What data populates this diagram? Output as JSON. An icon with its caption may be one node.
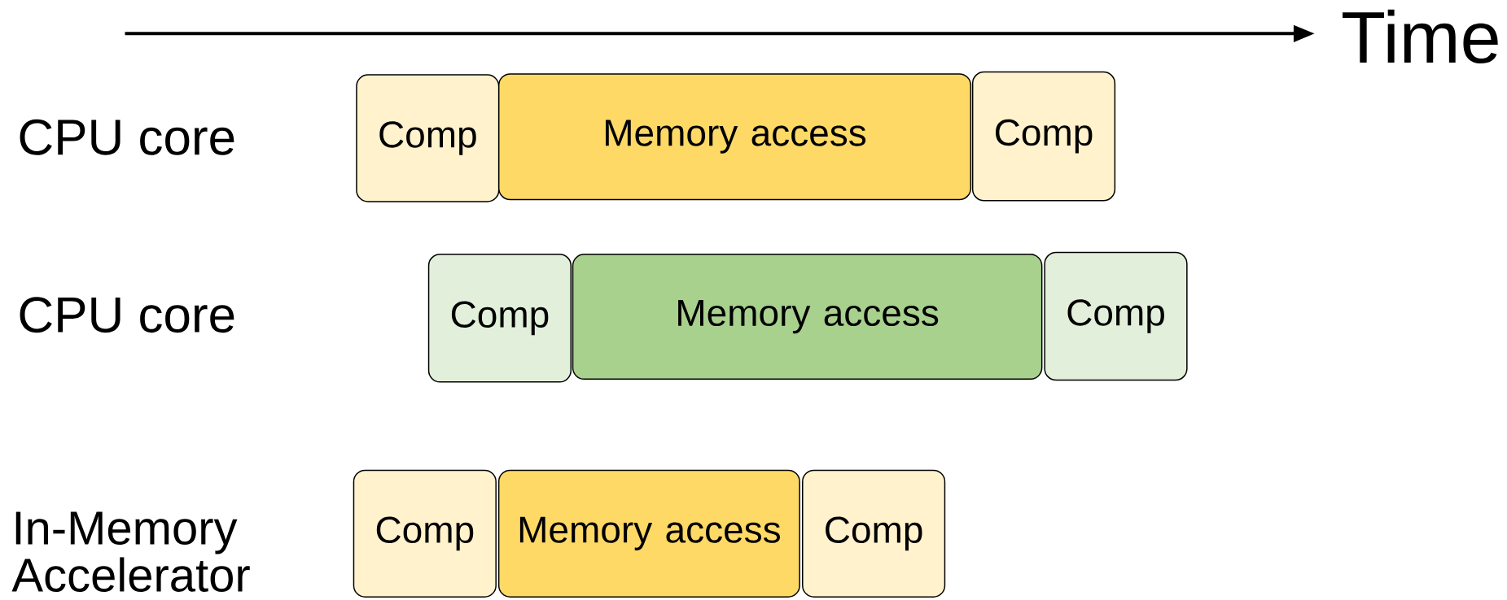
{
  "diagram": {
    "nodes": [
      {
        "text": [
          "Comp"
        ]
      },
      {
        "text": [
          "Memory access"
        ]
      },
      {
        "text": [
          "Comp"
        ]
      },
      {
        "text": [
          "Comp"
        ]
      },
      {
        "text": [
          "Memory access"
        ]
      },
      {
        "text": [
          "Comp"
        ]
      },
      {
        "text": [
          "Comp"
        ]
      },
      {
        "text": [
          "Memory access"
        ]
      },
      {
        "text": [
          "Comp"
        ]
      }
    ],
    "labels": [
      "Time",
      "CPU core",
      "CPU core",
      "In-Memory Accelerator"
    ]
  }
}
